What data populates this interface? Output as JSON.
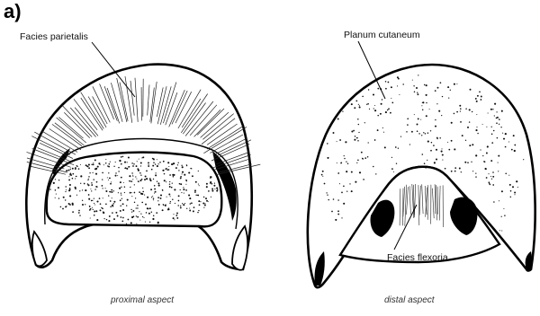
{
  "figure": {
    "panel_label": "a)",
    "left_view": {
      "callout": "Facies parietalis",
      "caption": "proximal aspect"
    },
    "right_view": {
      "callout_top": "Planum cutaneum",
      "callout_bottom": "Facies flexoria",
      "caption": "distal aspect"
    }
  }
}
